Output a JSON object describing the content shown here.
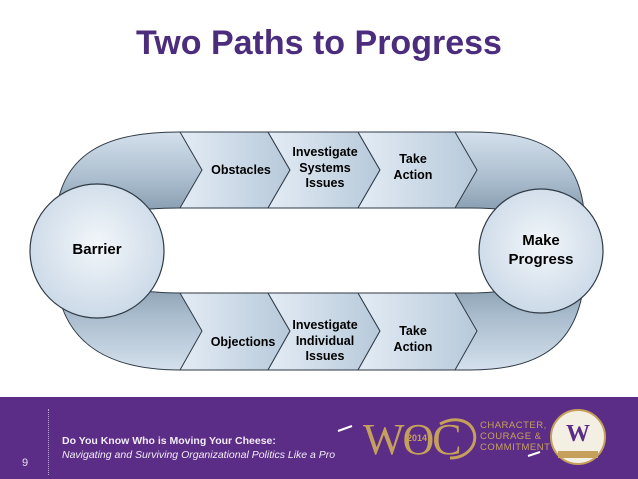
{
  "slide": {
    "title": "Two Paths to Progress",
    "page_number": "9"
  },
  "diagram": {
    "start_node": "Barrier",
    "end_node": [
      "Make",
      "Progress"
    ],
    "top_path": {
      "steps": [
        [
          "Obstacles"
        ],
        [
          "Investigate",
          "Systems",
          "Issues"
        ],
        [
          "Take",
          "Action"
        ]
      ]
    },
    "bottom_path": {
      "steps": [
        [
          "Objections"
        ],
        [
          "Investigate",
          "Individual",
          "Issues"
        ],
        [
          "Take",
          "Action"
        ]
      ]
    }
  },
  "footer": {
    "subtitle_line1": "Do You Know Who is Moving Your Cheese:",
    "subtitle_line2": "Navigating and Surviving Organizational Politics Like a Pro",
    "logo_text": "WOC",
    "logo_year": "2014",
    "tagline": [
      "CHARACTER,",
      "COURAGE &",
      "COMMITMENT"
    ],
    "badge_letter": "W"
  },
  "colors": {
    "title": "#4b2c7d",
    "chevron_fill": "#c9d8e8",
    "node_fill": "#e3ebf4",
    "arc_fill": "#9fb2c4",
    "footer_bg": "#5b2d86",
    "logo_gold": "#c5a05b"
  }
}
